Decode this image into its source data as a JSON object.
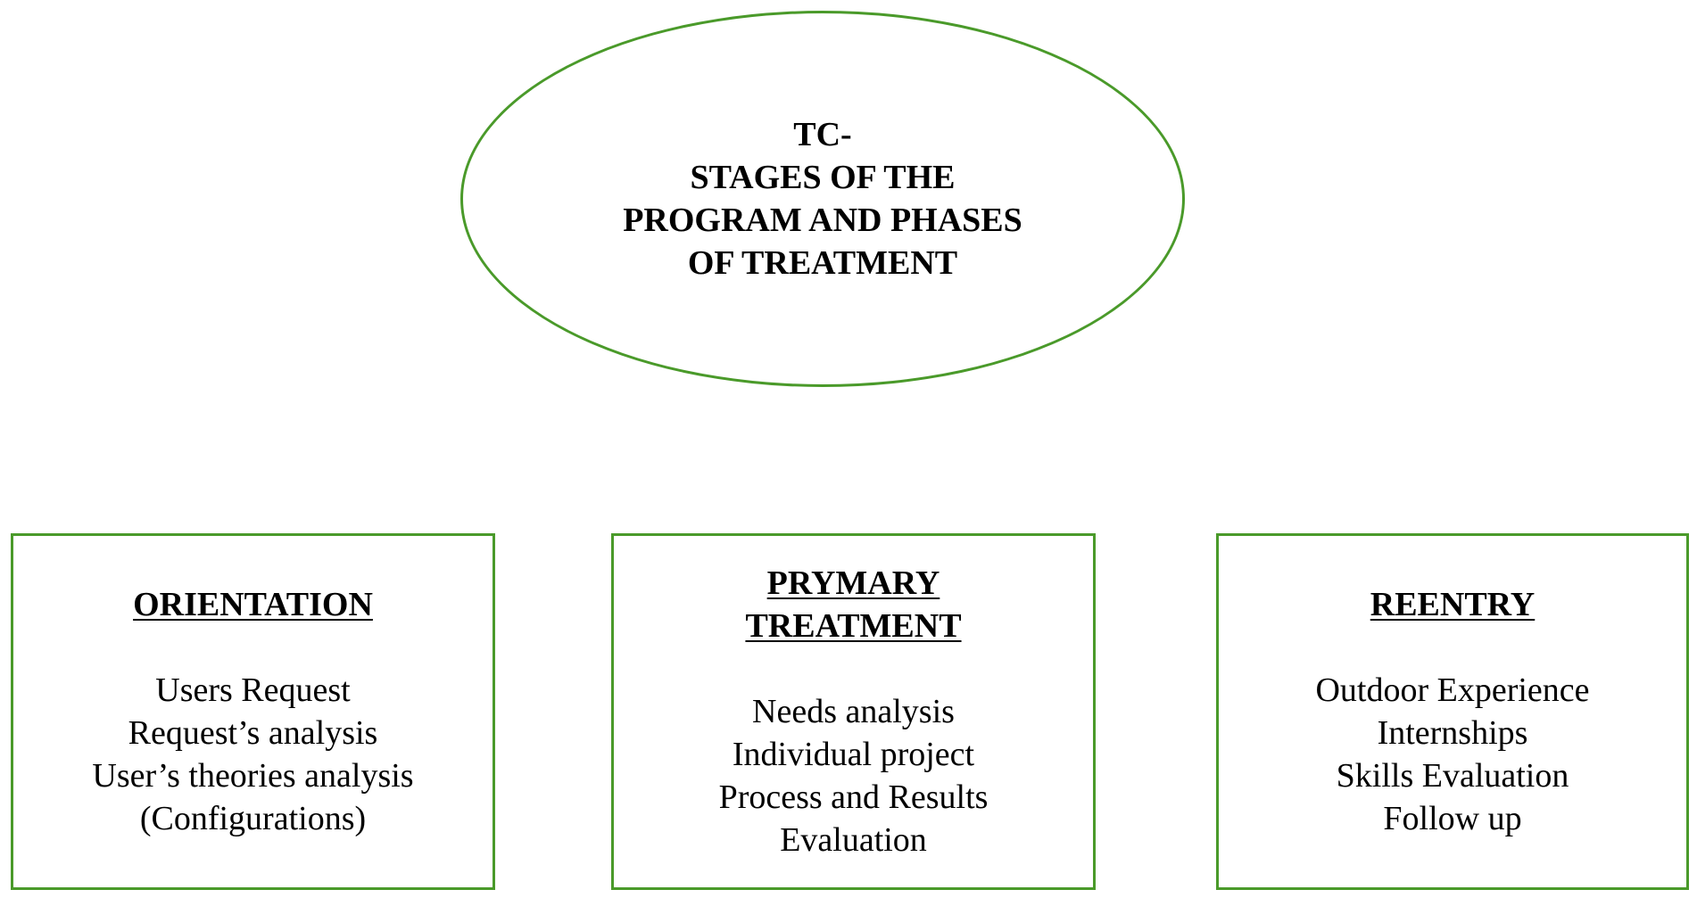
{
  "root": {
    "title_lines": [
      "TC-",
      "STAGES OF THE",
      "PROGRAM AND PHASES",
      "OF TREATMENT"
    ]
  },
  "stages": [
    {
      "title_lines": [
        "ORIENTATION"
      ],
      "items": [
        "Users Request",
        "Request’s analysis",
        "User’s theories analysis",
        "(Configurations)"
      ]
    },
    {
      "title_lines": [
        "PRYMARY",
        "TREATMENT"
      ],
      "items": [
        "Needs analysis",
        "Individual project",
        "Process and Results",
        "Evaluation"
      ]
    },
    {
      "title_lines": [
        "REENTRY"
      ],
      "items": [
        "Outdoor Experience",
        "Internships",
        "Skills Evaluation",
        "Follow up"
      ]
    }
  ],
  "colors": {
    "border": "#4a9a2a",
    "text": "#000000",
    "background": "#ffffff"
  }
}
